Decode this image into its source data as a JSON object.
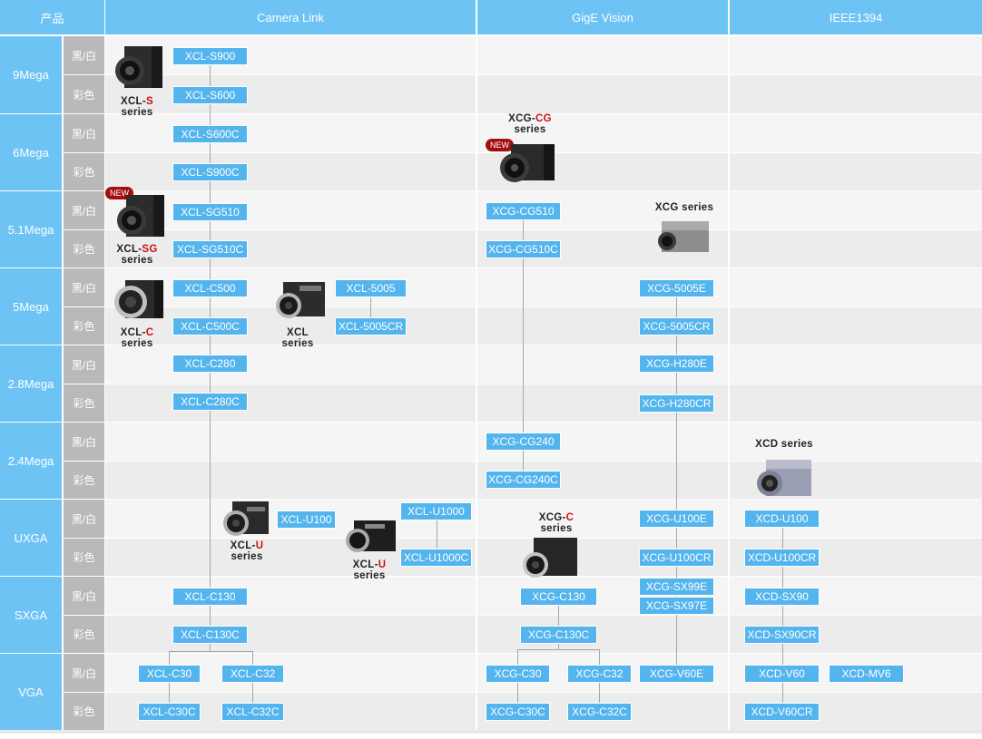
{
  "header": {
    "product": "产品",
    "columns": [
      "Camera Link",
      "GigE Vision",
      "IEEE1394"
    ]
  },
  "rows": [
    "9Mega",
    "6Mega",
    "5.1Mega",
    "5Mega",
    "2.8Mega",
    "2.4Mega",
    "UXGA",
    "SXGA",
    "VGA"
  ],
  "types": {
    "mono": "黑/白",
    "color": "彩色"
  },
  "models": {
    "cl_s900": "XCL-S900",
    "cl_s600": "XCL-S600",
    "cl_s600c": "XCL-S600C",
    "cl_s900c": "XCL-S900C",
    "cl_sg510": "XCL-SG510",
    "cl_sg510c": "XCL-SG510C",
    "cl_c500": "XCL-C500",
    "cl_c500c": "XCL-C500C",
    "cl_5005": "XCL-5005",
    "cl_5005cr": "XCL-5005CR",
    "cl_c280": "XCL-C280",
    "cl_c280c": "XCL-C280C",
    "cl_u100": "XCL-U100",
    "cl_u1000": "XCL-U1000",
    "cl_u1000c": "XCL-U1000C",
    "cl_c130": "XCL-C130",
    "cl_c130c": "XCL-C130C",
    "cl_c30": "XCL-C30",
    "cl_c32": "XCL-C32",
    "cl_c30c": "XCL-C30C",
    "cl_c32c": "XCL-C32C",
    "cg_cg510": "XCG-CG510",
    "cg_cg510c": "XCG-CG510C",
    "cg_cg240": "XCG-CG240",
    "cg_cg240c": "XCG-CG240C",
    "cg_c130": "XCG-C130",
    "cg_c130c": "XCG-C130C",
    "cg_c30": "XCG-C30",
    "cg_c32": "XCG-C32",
    "cg_c30c": "XCG-C30C",
    "cg_c32c": "XCG-C32C",
    "cg_5005e": "XCG-5005E",
    "cg_5005cr": "XCG-5005CR",
    "cg_h280e": "XCG-H280E",
    "cg_h280cr": "XCG-H280CR",
    "cg_u100e": "XCG-U100E",
    "cg_u100cr": "XCG-U100CR",
    "cg_sx99e": "XCG-SX99E",
    "cg_sx97e": "XCG-SX97E",
    "cg_v60e": "XCG-V60E",
    "cd_u100": "XCD-U100",
    "cd_u100cr": "XCD-U100CR",
    "cd_sx90": "XCD-SX90",
    "cd_sx90cr": "XCD-SX90CR",
    "cd_v60": "XCD-V60",
    "cd_mv6": "XCD-MV6",
    "cd_v60cr": "XCD-V60CR"
  },
  "series": {
    "xcl_s": {
      "pre": "XCL-",
      "hl": "S",
      "suf": "series"
    },
    "xcl_sg": {
      "pre": "XCL-",
      "hl": "SG",
      "suf": "series"
    },
    "xcl_c": {
      "pre": "XCL-",
      "hl": "C",
      "suf": "series"
    },
    "xcl": {
      "pre": "XCL",
      "hl": "",
      "suf": "series"
    },
    "xcl_u1": {
      "pre": "XCL-",
      "hl": "U",
      "suf": "series"
    },
    "xcl_u2": {
      "pre": "XCL-",
      "hl": "U",
      "suf": "series"
    },
    "xcg_cg": {
      "pre": "XCG-",
      "hl": "CG",
      "suf": "series"
    },
    "xcg": {
      "pre": "XCG series",
      "hl": "",
      "suf": ""
    },
    "xcg_c": {
      "pre": "XCG-",
      "hl": "C",
      "suf": "series"
    },
    "xcd": {
      "pre": "XCD series",
      "hl": "",
      "suf": ""
    }
  },
  "badges": {
    "new": "NEW"
  },
  "colors": {
    "header_bg": "#6ec3f5",
    "box_bg": "#54b5ee",
    "type_bg": "#b9b9b9",
    "highlight": "#cc1111",
    "new_badge": "#a50e0e"
  }
}
